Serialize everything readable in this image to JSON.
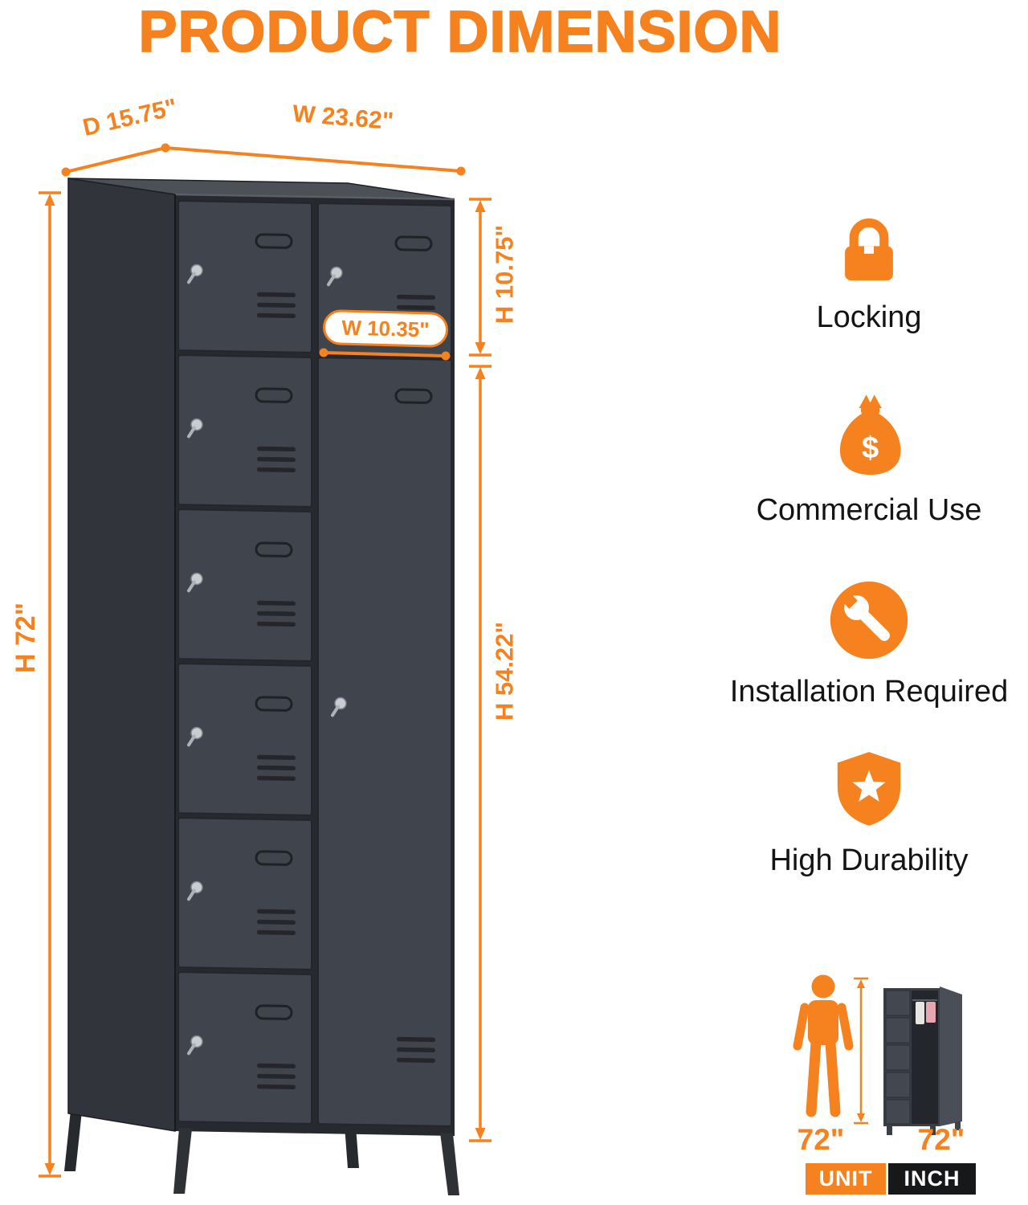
{
  "title": "PRODUCT DIMENSION",
  "colors": {
    "accent": "#F5811F",
    "locker_door": "#40454D",
    "locker_side": "#31343A",
    "text": "#141414"
  },
  "dimensions": {
    "depth": "D 15.75\"",
    "width": "W 23.62\"",
    "total_height": "H 72\"",
    "top_door_height": "H 10.75\"",
    "door_width": "W 10.35\"",
    "tall_door_height": "H 54.22\""
  },
  "features": {
    "items": [
      {
        "icon": "lock-icon",
        "label": "Locking"
      },
      {
        "icon": "money-bag-icon",
        "label": "Commercial Use",
        "glyph": "$"
      },
      {
        "icon": "wrench-icon",
        "label": "Installation Required"
      },
      {
        "icon": "shield-star-icon",
        "label": "High Durability"
      }
    ]
  },
  "scale": {
    "person_height": "72\"",
    "thumbnail_height": "72\"",
    "unit_label": "UNIT",
    "unit_value": "INCH"
  }
}
